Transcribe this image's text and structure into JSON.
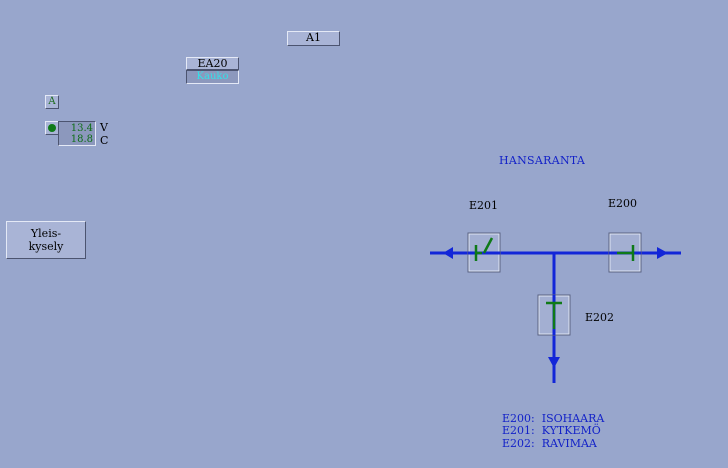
{
  "header": {
    "a1_label": "A1",
    "ea20_label": "EA20",
    "ea20_status": "Kauko"
  },
  "panel": {
    "a_label": "A",
    "measurement_1": "13.4",
    "measurement_2": "18.8",
    "unit_1": "V",
    "unit_2": "C"
  },
  "query_button": {
    "line1": "Yleis-",
    "line2": "kysely"
  },
  "diagram": {
    "station_name": "HANSARANTA",
    "switches": [
      {
        "id": "E200",
        "label": "E200",
        "state": "closed"
      },
      {
        "id": "E201",
        "label": "E201",
        "state": "open"
      },
      {
        "id": "E202",
        "label": "E202",
        "state": "closed"
      }
    ],
    "legend": [
      "E200:  ISOHAARA",
      "E201:  KYTKEMÖ",
      "E202:  RAVIMAA"
    ]
  },
  "colors": {
    "background": "#98a6cc",
    "line": "#1226d8",
    "switch": "#0f7a18",
    "legend_text": "#1322c8",
    "status_text": "#33e0e8"
  }
}
